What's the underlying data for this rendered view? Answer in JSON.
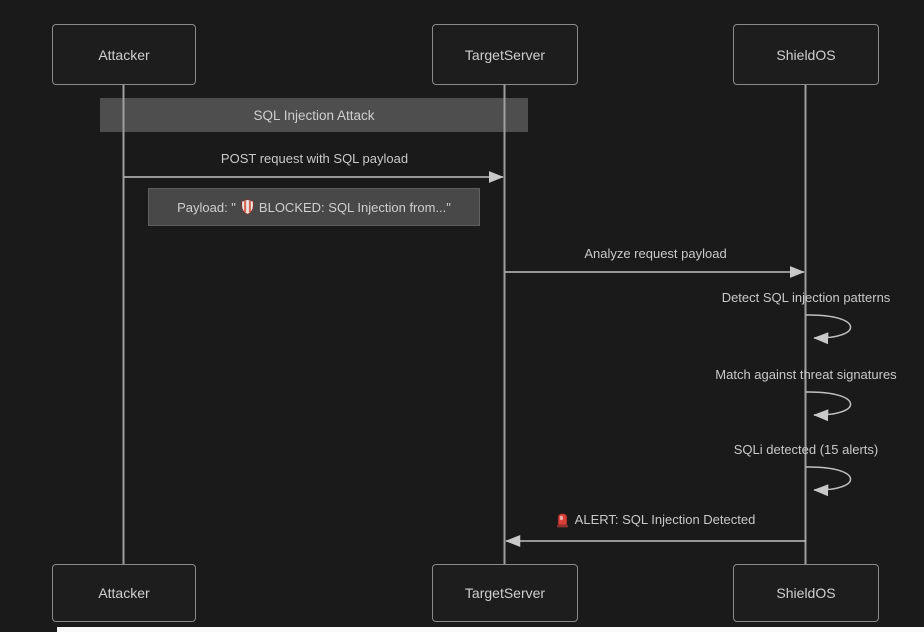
{
  "diagram_type": "sequence",
  "title_bar": {
    "label": "SQL Injection Attack"
  },
  "actors": [
    {
      "label": "Attacker"
    },
    {
      "label": "TargetServer"
    },
    {
      "label": "ShieldOS"
    }
  ],
  "messages": {
    "post_request": "POST request with SQL payload",
    "payload_note": {
      "prefix": "Payload: \"",
      "icon": "shield-icon",
      "text": "BLOCKED: SQL Injection from...\""
    },
    "analyze": "Analyze request payload",
    "detect": "Detect SQL injection patterns",
    "match": "Match against threat signatures",
    "sqli_detected": "SQLi detected (15 alerts)",
    "alert": {
      "icon": "rotating-light-icon",
      "text": "ALERT: SQL Injection Detected"
    }
  },
  "colors": {
    "background": "#1a1a1a",
    "actor_fill": "#1d1d1d",
    "actor_border": "#8a8a8a",
    "text": "#cccccc",
    "title_fill": "#4e4e4e",
    "note_fill": "#484848",
    "signal_line": "#c0c0c0",
    "lifeline": "#9e9e9e",
    "shield_red": "#d9604f",
    "alert_red": "#d9403a",
    "page_below": "#fafafa"
  }
}
